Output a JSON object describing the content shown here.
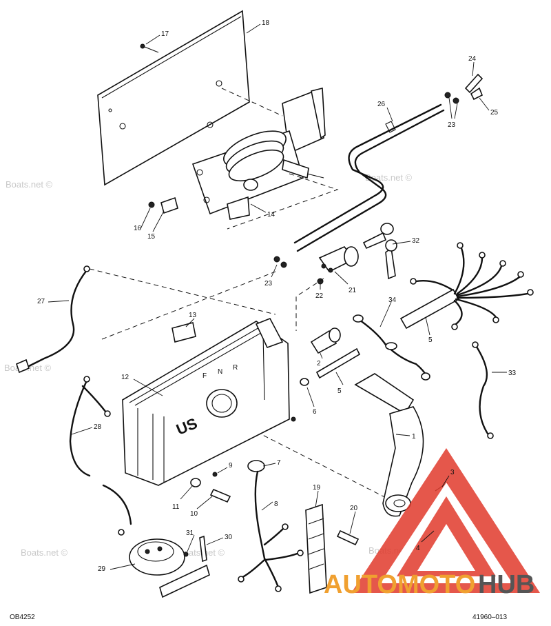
{
  "callouts": [
    {
      "id": "1",
      "label": "1"
    },
    {
      "id": "2",
      "label": "2"
    },
    {
      "id": "3",
      "label": "3"
    },
    {
      "id": "4",
      "label": "4"
    },
    {
      "id": "5a",
      "label": "5"
    },
    {
      "id": "5b",
      "label": "5"
    },
    {
      "id": "6",
      "label": "6"
    },
    {
      "id": "7",
      "label": "7"
    },
    {
      "id": "8",
      "label": "8"
    },
    {
      "id": "9",
      "label": "9"
    },
    {
      "id": "10",
      "label": "10"
    },
    {
      "id": "11",
      "label": "11"
    },
    {
      "id": "12",
      "label": "12"
    },
    {
      "id": "13",
      "label": "13"
    },
    {
      "id": "14",
      "label": "14"
    },
    {
      "id": "15",
      "label": "15"
    },
    {
      "id": "16",
      "label": "16"
    },
    {
      "id": "17",
      "label": "17"
    },
    {
      "id": "18",
      "label": "18"
    },
    {
      "id": "19",
      "label": "19"
    },
    {
      "id": "20",
      "label": "20"
    },
    {
      "id": "21",
      "label": "21"
    },
    {
      "id": "22",
      "label": "22"
    },
    {
      "id": "23a",
      "label": "23"
    },
    {
      "id": "23b",
      "label": "23"
    },
    {
      "id": "24",
      "label": "24"
    },
    {
      "id": "25",
      "label": "25"
    },
    {
      "id": "26",
      "label": "26"
    },
    {
      "id": "27",
      "label": "27"
    },
    {
      "id": "28",
      "label": "28"
    },
    {
      "id": "29",
      "label": "29"
    },
    {
      "id": "30",
      "label": "30"
    },
    {
      "id": "31",
      "label": "31"
    },
    {
      "id": "32",
      "label": "32"
    },
    {
      "id": "33",
      "label": "33"
    },
    {
      "id": "34",
      "label": "34"
    }
  ],
  "box_markings": {
    "fwd": "F",
    "neutral": "N",
    "rev": "R",
    "brand": "US"
  },
  "watermark": "Boats.net ©",
  "code_left": "OB4252",
  "code_right": "41960–013",
  "logo": {
    "part1": "AUTOMOTO",
    "part2": "HUB",
    "color_red": "#e0392b",
    "color_orange": "#f0a030",
    "color_gray": "#555555"
  }
}
